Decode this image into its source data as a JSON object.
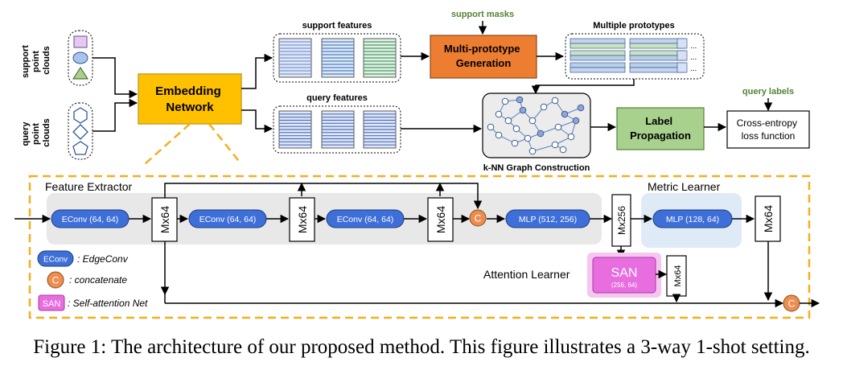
{
  "top": {
    "support_label": [
      "support",
      "point",
      "clouds"
    ],
    "query_label": [
      "query",
      "point",
      "clouds"
    ],
    "embedding_network": [
      "Embedding",
      "Network"
    ],
    "support_features": "support features",
    "query_features": "query features",
    "support_masks": "support masks",
    "multi_prototype": [
      "Multi-prototype",
      "Generation"
    ],
    "multiple_prototypes": "Multiple prototypes",
    "ellipsis": "...",
    "knn": "k-NN Graph Construction",
    "label_propagation": [
      "Label",
      "Propagation"
    ],
    "query_labels": "query labels",
    "loss": [
      "Cross-entropy",
      "loss function"
    ]
  },
  "detail": {
    "feature_extractor": "Feature Extractor",
    "metric_learner": "Metric Learner",
    "attention_learner": "Attention Learner",
    "econv": "EConv (64, 64)",
    "mlp1": "MLP (512, 256)",
    "mlp2": "MLP (128, 64)",
    "mx64": "Mx64",
    "mx256": "Mx256",
    "san": "SAN",
    "san_dims": "(256, 64)",
    "concat": "C"
  },
  "legend": {
    "econv_icon": "EConv",
    "econv_text": ": EdgeConv",
    "concat_icon": "C",
    "concat_text": ": concatenate",
    "san_icon": "SAN",
    "san_text": ": Self-attention Net"
  },
  "caption": "Figure 1: The architecture of our proposed method. This figure illustrates a 3-way 1-shot setting.",
  "colors": {
    "embedding": "#ffc000",
    "multiproto": "#ed7d31",
    "label_prop": "#a9d18e",
    "econv": "#3e6fd8",
    "concat": "#ed8e4f",
    "san": "#e86ee0",
    "green_text": "#548235",
    "dashed_border": "#f2b01e"
  }
}
